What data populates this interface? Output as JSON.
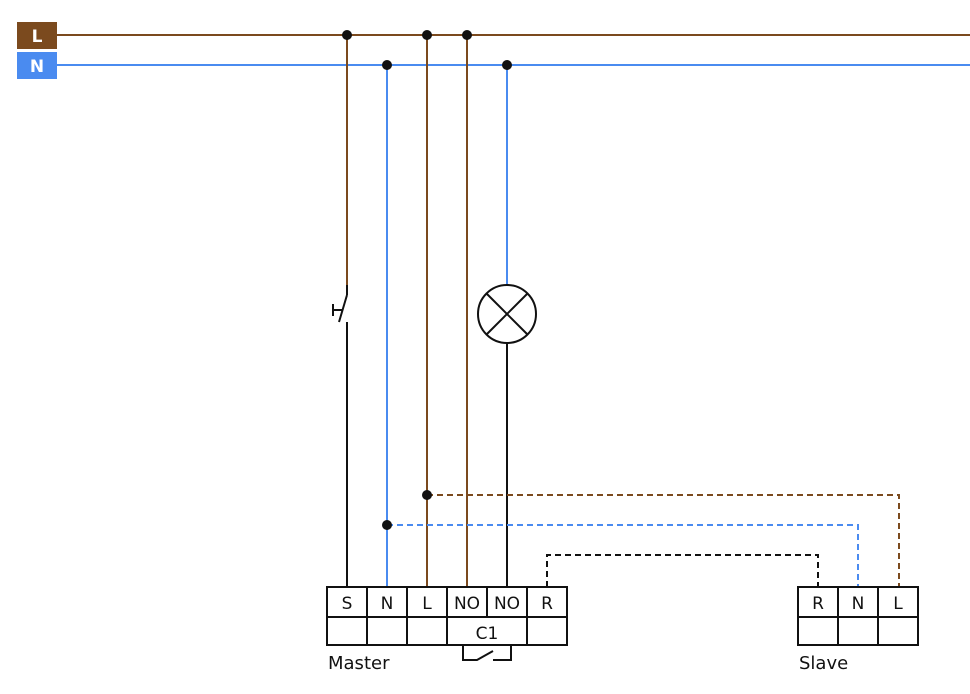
{
  "bus": {
    "live_label": "L",
    "neutral_label": "N"
  },
  "master": {
    "name": "Master",
    "terminals": [
      "S",
      "N",
      "L",
      "NO",
      "NO",
      "R"
    ],
    "contact_label": "C1"
  },
  "slave": {
    "name": "Slave",
    "terminals": [
      "R",
      "N",
      "L"
    ]
  },
  "colors": {
    "live": "#7B4A1E",
    "neutral": "#4A8BF0",
    "wire": "#111111",
    "label_bg_live": "#7B4A1E",
    "label_bg_neutral": "#4A8BF0"
  }
}
